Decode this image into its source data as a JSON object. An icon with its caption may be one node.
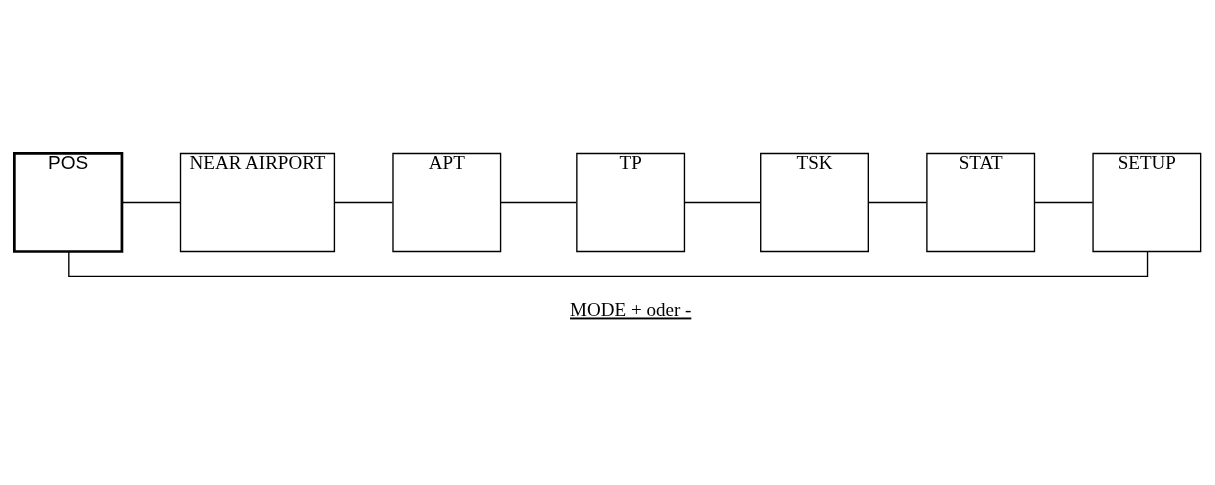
{
  "diagram": {
    "nodes": [
      {
        "text": [
          "POS"
        ]
      },
      {
        "text": [
          "NEAR AIRPORT"
        ]
      },
      {
        "text": [
          "APT"
        ]
      },
      {
        "text": [
          "TP"
        ]
      },
      {
        "text": [
          "TSK"
        ]
      },
      {
        "text": [
          "STAT"
        ]
      },
      {
        "text": [
          "SETUP"
        ]
      }
    ],
    "edges": [
      {
        "from": 0,
        "to": 1,
        "arrow": "none"
      },
      {
        "from": 1,
        "to": 2,
        "arrow": "none"
      },
      {
        "from": 2,
        "to": 3,
        "arrow": "none"
      },
      {
        "from": 3,
        "to": 4,
        "arrow": "none"
      },
      {
        "from": 4,
        "to": 5,
        "arrow": "none"
      },
      {
        "from": 5,
        "to": 6,
        "arrow": "none"
      },
      {
        "from": 6,
        "to": 0,
        "arrow": "none"
      }
    ],
    "labels": [
      "MODE + oder -"
    ]
  }
}
